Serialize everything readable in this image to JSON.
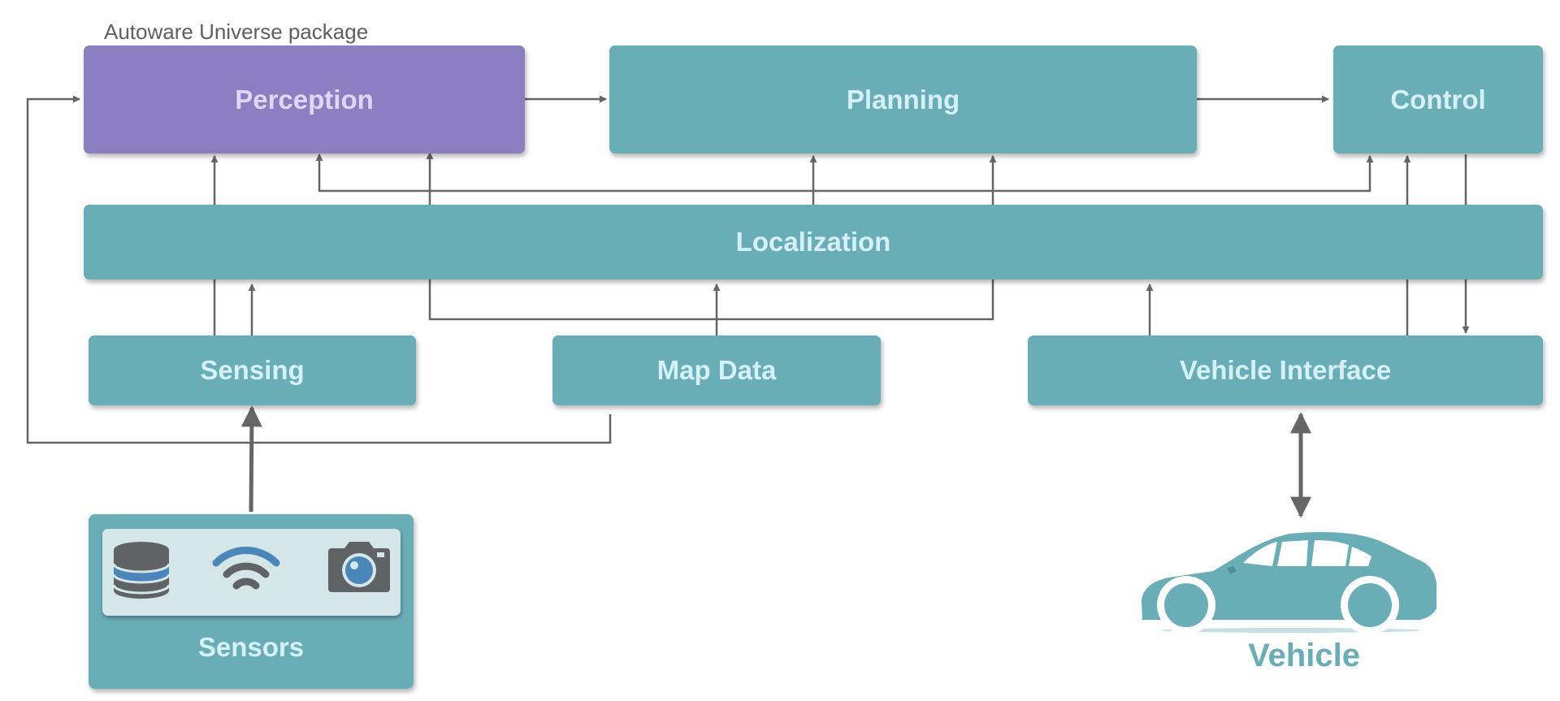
{
  "package_caption": "Autoware Universe package",
  "nodes": {
    "perception": "Perception",
    "planning": "Planning",
    "control": "Control",
    "localization": "Localization",
    "sensing": "Sensing",
    "map_data": "Map Data",
    "vehicle_interface": "Vehicle Interface",
    "sensors": "Sensors",
    "vehicle": "Vehicle"
  },
  "icons": {
    "sensors": [
      "database-icon",
      "wifi-icon",
      "camera-icon"
    ],
    "vehicle": "car-icon"
  },
  "edges": [
    {
      "from": "Perception",
      "to": "Planning"
    },
    {
      "from": "Planning",
      "to": "Control"
    },
    {
      "from": "Sensing",
      "to": "Perception"
    },
    {
      "from": "Sensing",
      "to": "Localization"
    },
    {
      "from": "Map Data",
      "to": "Localization"
    },
    {
      "from": "Map Data",
      "to": "Perception"
    },
    {
      "from": "Map Data",
      "to": "Planning"
    },
    {
      "from": "Map Data",
      "to": "Perception"
    },
    {
      "from": "Localization",
      "to": "Perception"
    },
    {
      "from": "Localization",
      "to": "Planning"
    },
    {
      "from": "Localization",
      "to": "Control"
    },
    {
      "from": "Vehicle Interface",
      "to": "Localization"
    },
    {
      "from": "Vehicle Interface",
      "to": "Control"
    },
    {
      "from": "Control",
      "to": "Vehicle Interface"
    },
    {
      "from": "Sensors",
      "to": "Sensing"
    },
    {
      "from": "Vehicle Interface",
      "to": "Vehicle",
      "bidirectional": true
    }
  ],
  "colors": {
    "module": "#69adb6",
    "perception": "#8b7ec1",
    "label": "#d5f1f7",
    "connector": "#666666",
    "caption": "#5f5f5f"
  }
}
